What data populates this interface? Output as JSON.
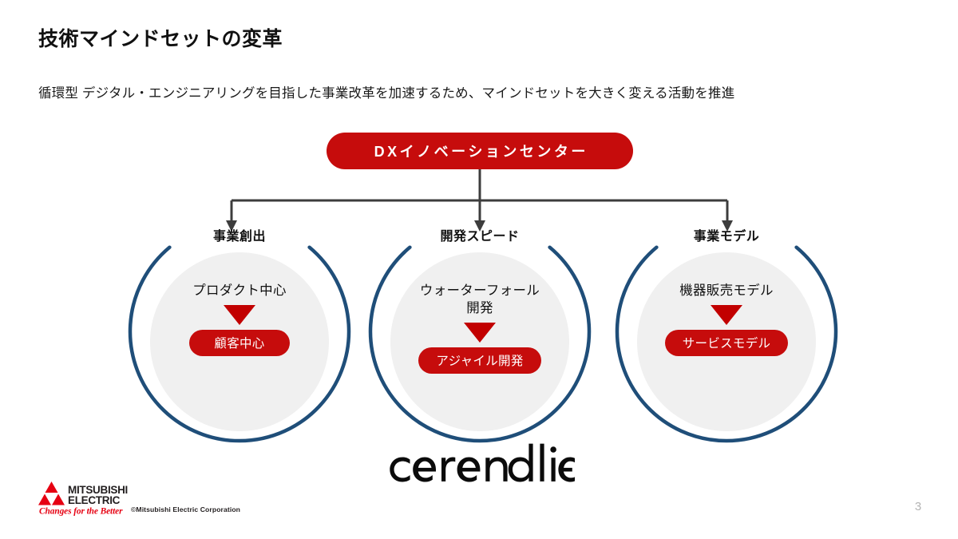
{
  "slide": {
    "title": "技術マインドセットの変革",
    "subtitle": "循環型 デジタル・エンジニアリングを目指した事業改革を加速するため、マインドセットを大きく変える活動を推進",
    "page_number": "3"
  },
  "center_node": {
    "label": "DXイノベーションセンター"
  },
  "pillars": [
    {
      "label": "事業創出",
      "from": "プロダクト中心",
      "to": "顧客中心"
    },
    {
      "label": "開発スピード",
      "from": "ウォーターフォール\n開発",
      "to": "アジャイル開発"
    },
    {
      "label": "事業モデル",
      "from": "機器販売モデル",
      "to": "サービスモデル"
    }
  ],
  "brand": {
    "serendie": "serendie",
    "company_line1": "MITSUBISHI",
    "company_line2": "ELECTRIC",
    "tagline": "Changes for the Better",
    "copyright": "©Mitsubishi Electric Corporation"
  },
  "colors": {
    "red": "#C60C0C",
    "arrow_red": "#C20000",
    "ring_blue": "#1F4E79",
    "connector_gray": "#3D3D3D",
    "inner_circle": "#F0F0F0",
    "page_number": "#b4b4b4"
  }
}
